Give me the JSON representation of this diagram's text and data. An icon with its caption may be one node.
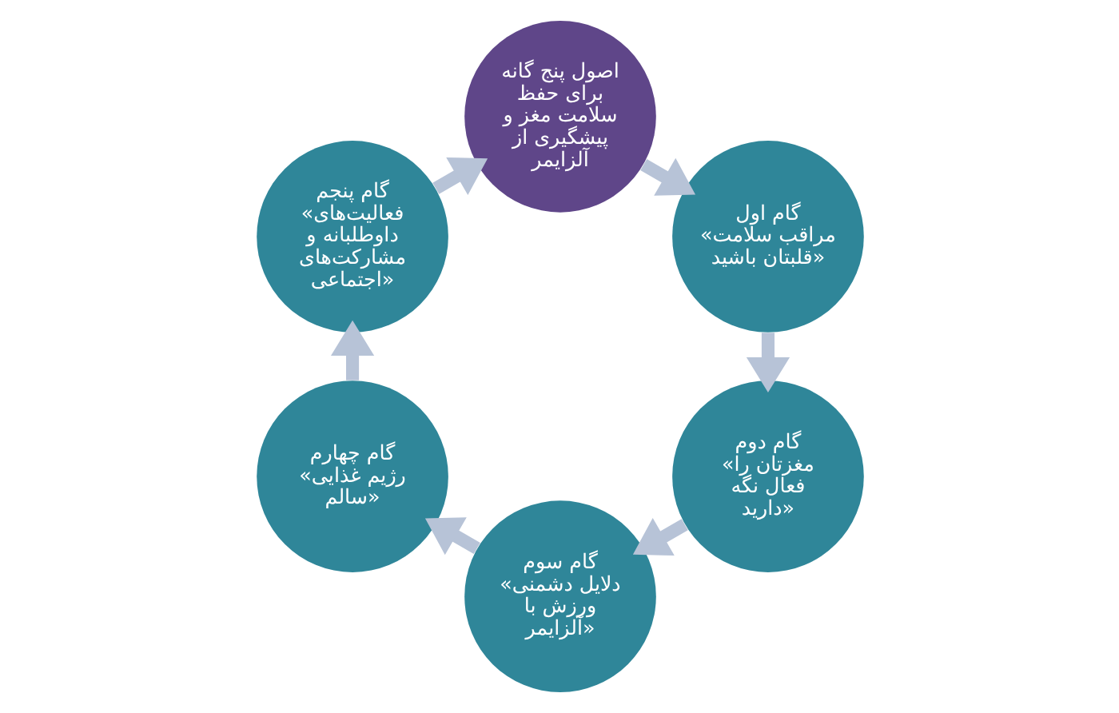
{
  "diagram": {
    "nodes": [
      {
        "text": [
          "اصول پنج گانه برای حفظ سلامت مغز و پیشگیری از آلزایمر"
        ]
      },
      {
        "text": [
          "گام اول",
          "«مراقب سلامت قلبتان باشید»"
        ]
      },
      {
        "text": [
          "گام دوم",
          "«مغزتان را فعال نگه دارید»"
        ]
      },
      {
        "text": [
          "گام سوم",
          "«دلایل دشمنی ورزش با آلزایمر»"
        ]
      },
      {
        "text": [
          "گام چهارم",
          "«رژیم غذایی سالم»"
        ]
      },
      {
        "text": [
          "گام پنجم",
          "«فعالیت‌های داوطلبانه و مشارکت‌های اجتماعی»"
        ]
      }
    ],
    "edges": [
      {
        "from": 0,
        "to": 1,
        "arrow": "to"
      },
      {
        "from": 1,
        "to": 2,
        "arrow": "to"
      },
      {
        "from": 2,
        "to": 3,
        "arrow": "to"
      },
      {
        "from": 3,
        "to": 4,
        "arrow": "to"
      },
      {
        "from": 4,
        "to": 5,
        "arrow": "to"
      },
      {
        "from": 5,
        "to": 0,
        "arrow": "to"
      }
    ]
  }
}
